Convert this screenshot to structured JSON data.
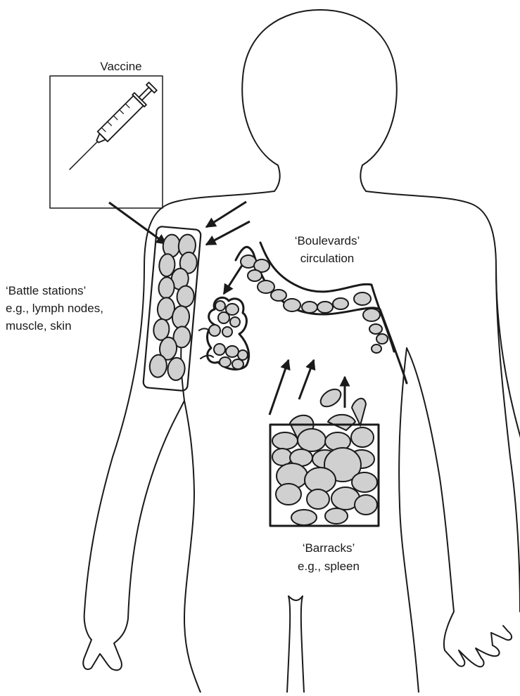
{
  "labels": {
    "vaccine": "Vaccine",
    "battle_l1": "‘Battle stations’",
    "battle_l2": "e.g., lymph nodes,",
    "battle_l3": "muscle, skin",
    "boulevards_l1": "‘Boulevards’",
    "boulevards_l2": "circulation",
    "barracks_l1": "‘Barracks’",
    "barracks_l2": "e.g., spleen"
  },
  "colors": {
    "ink": "#1a1a1a",
    "cell_fill": "#d0d0d0",
    "background": "#ffffff"
  }
}
